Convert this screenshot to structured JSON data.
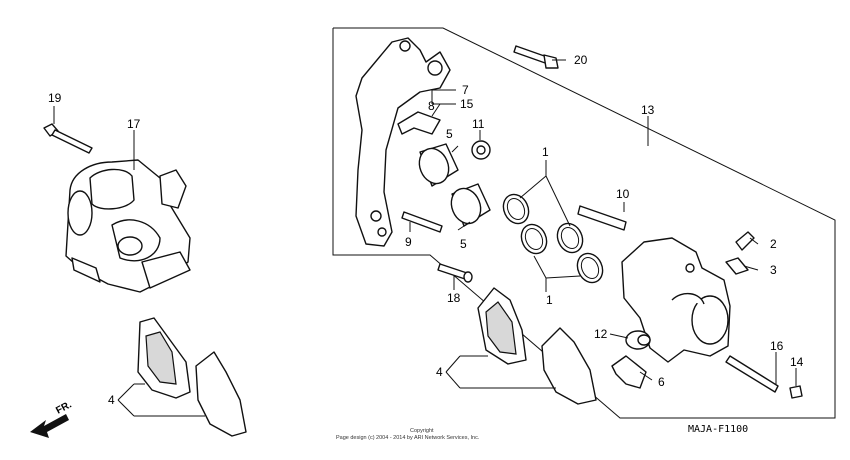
{
  "diagram": {
    "code": "MAJA-F1100",
    "copyright_line1": "Copyright",
    "copyright_line2": "Page design (c) 2004 - 2014 by ARI Network Services, Inc.",
    "direction": "FR."
  },
  "callouts": {
    "c1a": "1",
    "c1b": "1",
    "c2": "2",
    "c3": "3",
    "c4a": "4",
    "c4b": "4",
    "c5a": "5",
    "c5b": "5",
    "c6": "6",
    "c7": "7",
    "c8": "8",
    "c9": "9",
    "c10": "10",
    "c11": "11",
    "c12": "12",
    "c13": "13",
    "c14": "14",
    "c15": "15",
    "c16": "16",
    "c17": "17",
    "c18": "18",
    "c19": "19",
    "c20": "20"
  }
}
